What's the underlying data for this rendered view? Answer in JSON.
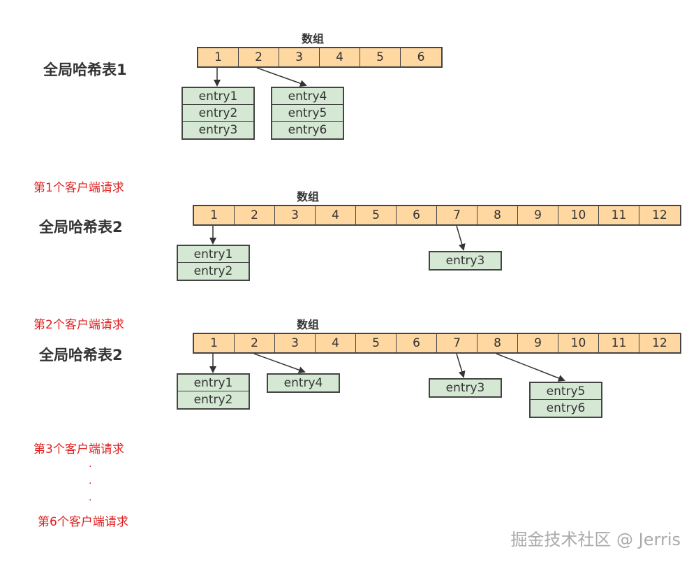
{
  "tables": [
    {
      "label": "全局哈希表1",
      "array_title": "数组",
      "slots": [
        "1",
        "2",
        "3",
        "4",
        "5",
        "6"
      ],
      "buckets": [
        {
          "slot": 1,
          "entries": [
            "entry1",
            "entry2",
            "entry3"
          ]
        },
        {
          "slot": 2,
          "entries": [
            "entry4",
            "entry5",
            "entry6"
          ]
        }
      ]
    },
    {
      "request": "第1个客户端请求",
      "label": "全局哈希表2",
      "array_title": "数组",
      "slots": [
        "1",
        "2",
        "3",
        "4",
        "5",
        "6",
        "7",
        "8",
        "9",
        "10",
        "11",
        "12"
      ],
      "buckets": [
        {
          "slot": 1,
          "entries": [
            "entry1",
            "entry2"
          ]
        },
        {
          "slot": 7,
          "entries": [
            "entry3"
          ]
        }
      ]
    },
    {
      "request": "第2个客户端请求",
      "label": "全局哈希表2",
      "array_title": "数组",
      "slots": [
        "1",
        "2",
        "3",
        "4",
        "5",
        "6",
        "7",
        "8",
        "9",
        "10",
        "11",
        "12"
      ],
      "buckets": [
        {
          "slot": 1,
          "entries": [
            "entry1",
            "entry2"
          ]
        },
        {
          "slot": 2,
          "entries": [
            "entry4"
          ]
        },
        {
          "slot": 7,
          "entries": [
            "entry3"
          ]
        },
        {
          "slot": 8,
          "entries": [
            "entry5",
            "entry6"
          ]
        }
      ]
    }
  ],
  "later_requests": {
    "third": "第3个客户端请求",
    "dots": [
      ".",
      ".",
      "."
    ],
    "sixth": "第6个客户端请求"
  },
  "watermark": "掘金技术社区 @ Jerris",
  "colors": {
    "array_fill": "#ffd7a1",
    "bucket_fill": "#d5e8d4",
    "request_text": "#e02020",
    "stroke": "#444444"
  }
}
